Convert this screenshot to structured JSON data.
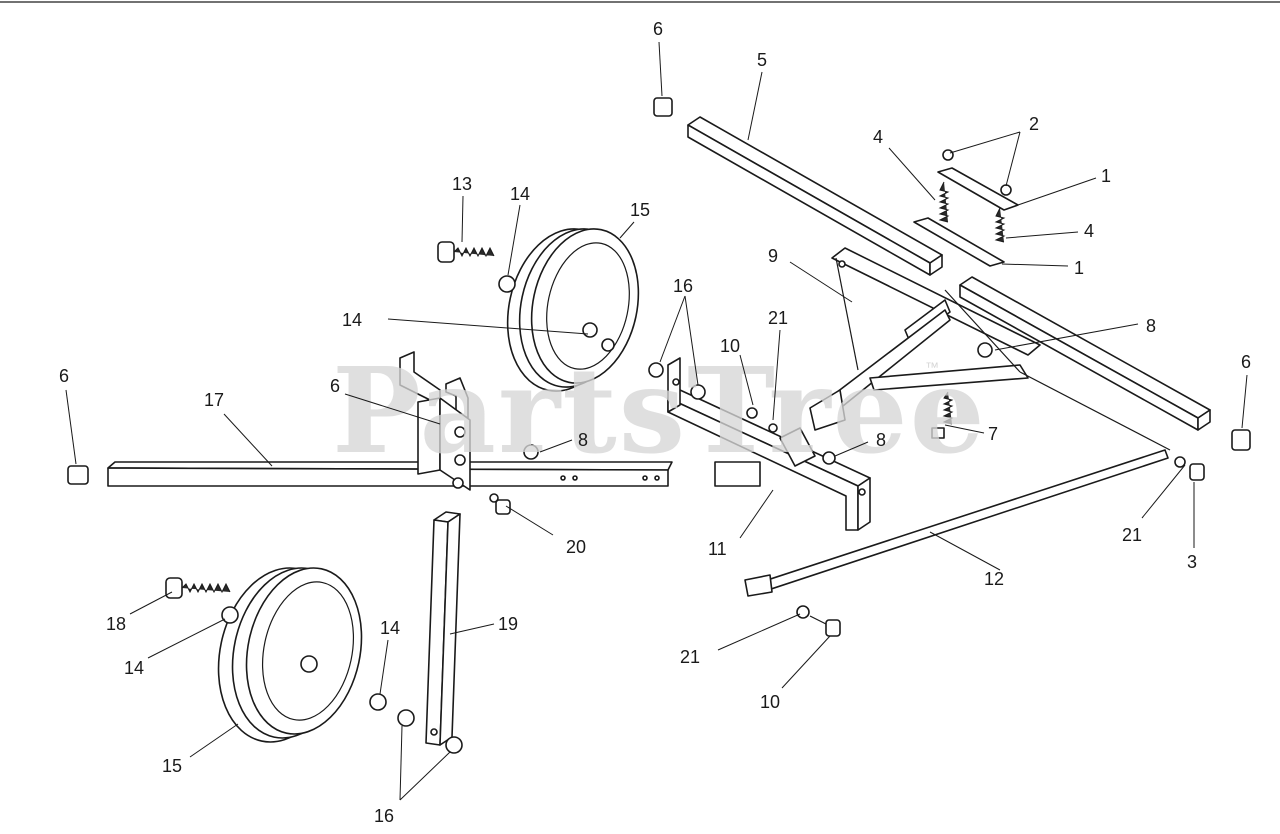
{
  "watermark": {
    "text": "PartsTree",
    "trademark": "™"
  },
  "callouts": {
    "n1": "1",
    "n2": "2",
    "n3": "3",
    "n4": "4",
    "n5": "5",
    "n6": "6",
    "n7": "7",
    "n8": "8",
    "n9": "9",
    "n10": "10",
    "n11": "11",
    "n12": "12",
    "n13": "13",
    "n14": "14",
    "n15": "15",
    "n16": "16",
    "n17": "17",
    "n18": "18",
    "n19": "19",
    "n20": "20",
    "n21": "21"
  }
}
